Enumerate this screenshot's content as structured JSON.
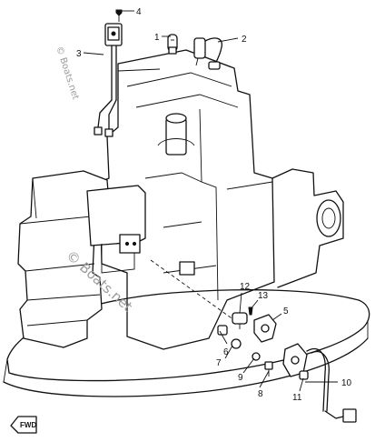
{
  "callouts": [
    {
      "num": "1"
    },
    {
      "num": "2"
    },
    {
      "num": "3"
    },
    {
      "num": "4"
    },
    {
      "num": "5"
    },
    {
      "num": "6"
    },
    {
      "num": "7"
    },
    {
      "num": "8"
    },
    {
      "num": "9"
    },
    {
      "num": "10"
    },
    {
      "num": "11"
    },
    {
      "num": "12"
    },
    {
      "num": "13"
    }
  ],
  "watermarks": {
    "vertical": "© Boats.net",
    "diagonal": "© Boats.net"
  },
  "fwd_marker": {
    "label": "FWD",
    "icon": "forward-arrow-icon"
  }
}
